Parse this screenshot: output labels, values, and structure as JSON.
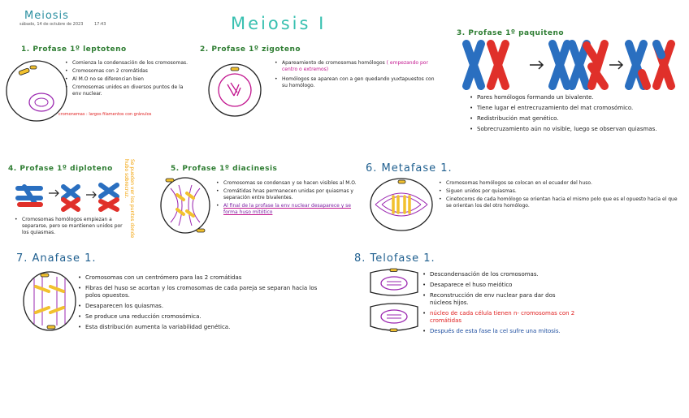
{
  "header": {
    "notebook_title": "Meiosis",
    "date": "sábado, 14 de octubre de 2023",
    "time": "17:43"
  },
  "page_title": "Meiosis I",
  "sections": {
    "leptoteno": {
      "title": "1. Profase 1º leptoteno",
      "notes": [
        "Comienza la condensación de los cromosomas.",
        "Cromosomas con 2 cromátidas",
        "Al M.O no se diferencian bien",
        "Cromosomas unidos en diversos puntos de la env nuclear."
      ],
      "annotation": "cromonemas : largos filamentos con gránulos"
    },
    "zigoteno": {
      "title": "2. Profase 1º zigoteno",
      "notes": [
        "Apareamiento de cromosomas homólogos",
        "Homólogos se aparean con a gen quedando yuxtapuestos con su homólogo."
      ],
      "note_highlight": "( empezando por centro o extremos)"
    },
    "paquiteno": {
      "title": "3. Profase 1º paquiteno",
      "notes": [
        "Pares homólogos formando un bivalente.",
        "Tiene lugar el entrecruzamiento del mat cromosómico.",
        "Redistribución mat genético.",
        "Sobrecruzamiento aún no visible, luego se observan quiasmas."
      ]
    },
    "diploteno": {
      "title": "4. Profase 1º diploteno",
      "notes": [
        "Cromosomas homólogos empiezan a separarse, pero se mantienen unidos por los quiasmas."
      ],
      "side_note": "Se pueden ver los puntos donde hubo sobrecruz."
    },
    "diacinesis": {
      "title": "5. Profase 1º diacinesis",
      "notes": [
        "Cromosomas se condensan y se hacen visibles al M.O.",
        "Cromátidas hnas permanecen unidas por quiasmas y separación entre bivalentes.",
        "Al final de la profase la env nuclear desaparece y se forma huso mitótico"
      ]
    },
    "metafase": {
      "title": "6. Metafase 1.",
      "notes": [
        "Cromosomas homólogos se colocan en el ecuador del huso.",
        "Siguen unidos por quiasmas.",
        "Cinetocoros de cada homólogo se orientan hacia el mismo polo que es el opuesto hacia el que se orientan los del otro homólogo."
      ]
    },
    "anafase": {
      "title": "7. Anafase 1.",
      "notes": [
        "Cromosomas con un centrómero para las 2 cromátidas",
        "Fibras del huso se acortan y los cromosomas de cada pareja se separan hacia los polos opuestos.",
        "Desaparecen los quiasmas.",
        "Se produce una reducción cromosómica.",
        "Esta distribución aumenta la variabilidad genética."
      ]
    },
    "telofase": {
      "title": "8. Telofase 1.",
      "notes": [
        "Descondensación de los cromosomas.",
        "Desaparece el huso meiótico",
        "Reconstrucción de env nuclear para dar dos núcleos hijos.",
        "núcleo de cada célula tienen n- cromosomas con 2 cromátidas",
        "Después de esta fase la cel sufre una mitosis."
      ]
    }
  },
  "colors": {
    "section_green": "#2e7d32",
    "section_blue": "#1f5f8f",
    "title_teal": "#38c0b0",
    "chrom_blue": "#2a6fc0",
    "chrom_red": "#e0302a",
    "spindle_purple": "#9b27b0",
    "chrom_yellow": "#f2c12e",
    "annotation_red": "#e02020"
  }
}
